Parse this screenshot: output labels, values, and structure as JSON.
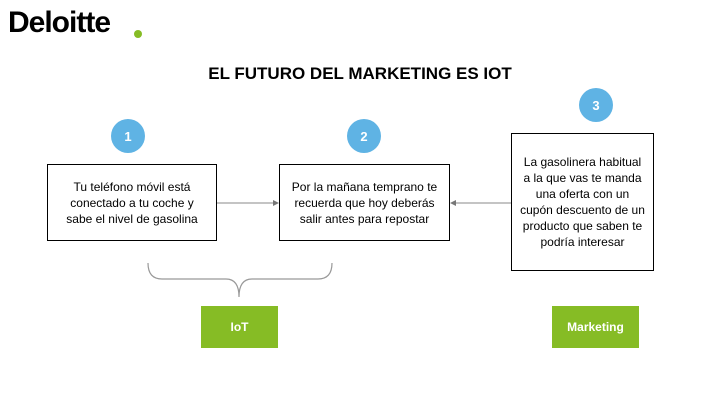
{
  "brand": {
    "name": "Deloitte",
    "accent": "#86bc25"
  },
  "title": "EL FUTURO DEL MARKETING ES IOT",
  "colors": {
    "circle": "#5fb3e4",
    "tag": "#86bc25",
    "arrow": "#888888"
  },
  "steps": [
    {
      "number": "1",
      "text": "Tu teléfono móvil está conectado a tu coche y sabe el nivel de gasolina"
    },
    {
      "number": "2",
      "text": "Por la mañana temprano te recuerda que hoy deberás salir antes para repostar"
    },
    {
      "number": "3",
      "text": "La gasolinera habitual a la que vas te manda una oferta con un cupón descuento de un producto que saben te podría interesar"
    }
  ],
  "tags": {
    "iot": "IoT",
    "marketing": "Marketing"
  }
}
